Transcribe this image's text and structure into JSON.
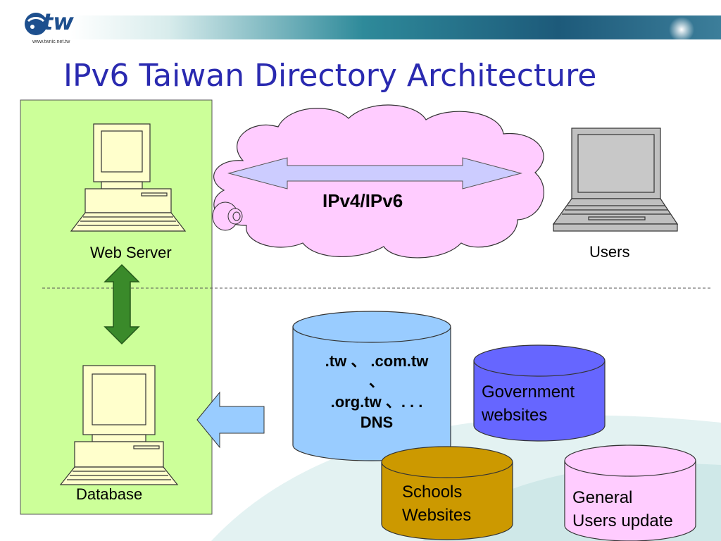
{
  "slide": {
    "title": "IPv6 Taiwan Directory Architecture",
    "logo_text": "tw",
    "logo_url": "www.twnic.net.tw"
  },
  "nodes": {
    "web_server": "Web Server",
    "database": "Database",
    "users": "Users",
    "network": "IPv4/IPv6"
  },
  "dns_cylinder": {
    "line1": ".tw 、 .com.tw",
    "line2": "、",
    "line3": ".org.tw 、. . .",
    "line4": "DNS"
  },
  "cylinders": {
    "government": [
      "Government",
      "websites"
    ],
    "schools": [
      "Schools",
      "Websites"
    ],
    "general": [
      "General",
      "Users update"
    ]
  },
  "colors": {
    "title": "#2a2ab0",
    "left_panel": "#ccff99",
    "cloud": "#ffccff",
    "dns_cylinder": "#99ccff",
    "government_cylinder": "#6666ff",
    "schools_cylinder": "#cc9900",
    "general_cylinder": "#ffccff",
    "green_arrow": "#3a8a2a"
  }
}
